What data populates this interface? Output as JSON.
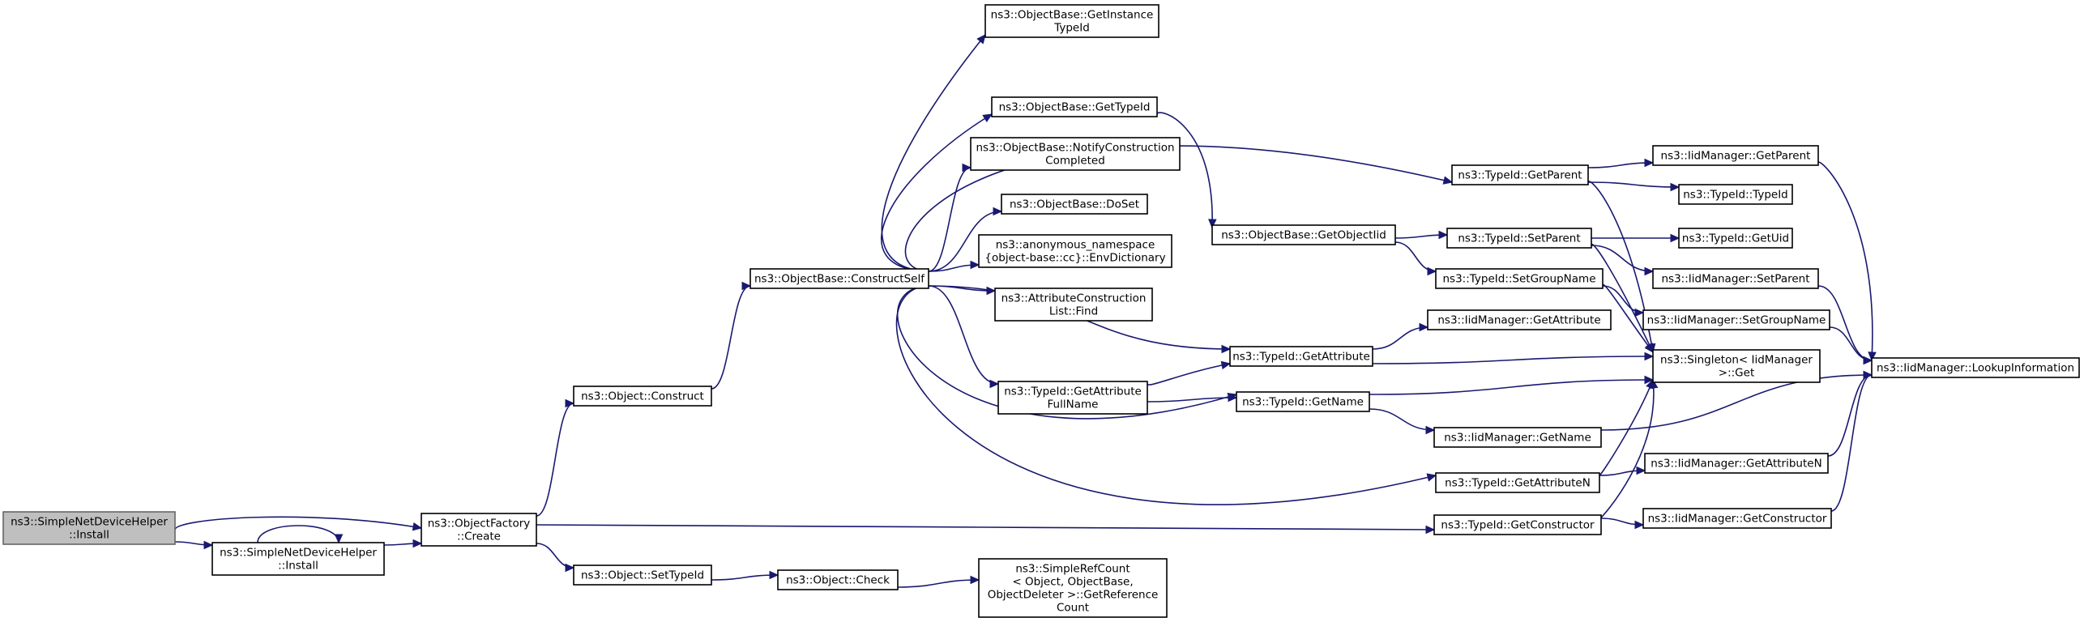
{
  "colors": {
    "edge": "#191970",
    "root_fill": "#bfbfbf",
    "node_fill": "#ffffff",
    "node_stroke": "#000000"
  },
  "nodes": [
    {
      "id": "root",
      "lines": [
        "ns3::SimpleNetDeviceHelper",
        "::Install"
      ],
      "root": true
    },
    {
      "id": "install2",
      "lines": [
        "ns3::SimpleNetDeviceHelper",
        "::Install"
      ]
    },
    {
      "id": "ofcreate",
      "lines": [
        "ns3::ObjectFactory",
        "::Create"
      ]
    },
    {
      "id": "objconstruct",
      "lines": [
        "ns3::Object::Construct"
      ]
    },
    {
      "id": "settypeid",
      "lines": [
        "ns3::Object::SetTypeId"
      ]
    },
    {
      "id": "check",
      "lines": [
        "ns3::Object::Check"
      ]
    },
    {
      "id": "refcount",
      "lines": [
        "ns3::SimpleRefCount",
        "< Object, ObjectBase,",
        "ObjectDeleter >::GetReference",
        "Count"
      ]
    },
    {
      "id": "constructself",
      "lines": [
        "ns3::ObjectBase::ConstructSelf"
      ]
    },
    {
      "id": "getinstance",
      "lines": [
        "ns3::ObjectBase::GetInstance",
        "TypeId"
      ]
    },
    {
      "id": "gettypeid",
      "lines": [
        "ns3::ObjectBase::GetTypeId"
      ]
    },
    {
      "id": "notify",
      "lines": [
        "ns3::ObjectBase::NotifyConstruction",
        "Completed"
      ]
    },
    {
      "id": "doset",
      "lines": [
        "ns3::ObjectBase::DoSet"
      ]
    },
    {
      "id": "envdict",
      "lines": [
        "ns3::anonymous_namespace",
        "{object-base::cc}::EnvDictionary"
      ]
    },
    {
      "id": "acfind",
      "lines": [
        "ns3::AttributeConstruction",
        "List::Find"
      ]
    },
    {
      "id": "getattrfull",
      "lines": [
        "ns3::TypeId::GetAttribute",
        "FullName"
      ]
    },
    {
      "id": "getobjectiid",
      "lines": [
        "ns3::ObjectBase::GetObjectIid"
      ]
    },
    {
      "id": "getattribute",
      "lines": [
        "ns3::TypeId::GetAttribute"
      ]
    },
    {
      "id": "getname",
      "lines": [
        "ns3::TypeId::GetName"
      ]
    },
    {
      "id": "getparent",
      "lines": [
        "ns3::TypeId::GetParent"
      ]
    },
    {
      "id": "setparent",
      "lines": [
        "ns3::TypeId::SetParent"
      ]
    },
    {
      "id": "setgroupname",
      "lines": [
        "ns3::TypeId::SetGroupName"
      ]
    },
    {
      "id": "iidgetattr",
      "lines": [
        "ns3::IidManager::GetAttribute"
      ]
    },
    {
      "id": "getattrn",
      "lines": [
        "ns3::TypeId::GetAttributeN"
      ]
    },
    {
      "id": "getconstructor",
      "lines": [
        "ns3::TypeId::GetConstructor"
      ]
    },
    {
      "id": "iidgetparent",
      "lines": [
        "ns3::IidManager::GetParent"
      ]
    },
    {
      "id": "typeidtypeid",
      "lines": [
        "ns3::TypeId::TypeId"
      ]
    },
    {
      "id": "getuid",
      "lines": [
        "ns3::TypeId::GetUid"
      ]
    },
    {
      "id": "iidsetparent",
      "lines": [
        "ns3::IidManager::SetParent"
      ]
    },
    {
      "id": "iidsetgroup",
      "lines": [
        "ns3::IidManager::SetGroupName"
      ]
    },
    {
      "id": "singleton",
      "lines": [
        "ns3::Singleton< IidManager",
        " >::Get"
      ]
    },
    {
      "id": "iidgetname",
      "lines": [
        "ns3::IidManager::GetName"
      ]
    },
    {
      "id": "iidgetattrn",
      "lines": [
        "ns3::IidManager::GetAttributeN"
      ]
    },
    {
      "id": "iidgetctor",
      "lines": [
        "ns3::IidManager::GetConstructor"
      ]
    },
    {
      "id": "lookup",
      "lines": [
        "ns3::IidManager::LookupInformation"
      ]
    }
  ],
  "edges": [
    [
      "root",
      "ofcreate"
    ],
    [
      "root",
      "install2"
    ],
    [
      "install2",
      "install2"
    ],
    [
      "install2",
      "ofcreate"
    ],
    [
      "ofcreate",
      "objconstruct"
    ],
    [
      "ofcreate",
      "settypeid"
    ],
    [
      "ofcreate",
      "getconstructor"
    ],
    [
      "settypeid",
      "check"
    ],
    [
      "check",
      "refcount"
    ],
    [
      "objconstruct",
      "constructself"
    ],
    [
      "constructself",
      "getinstance"
    ],
    [
      "constructself",
      "getparent"
    ],
    [
      "constructself",
      "gettypeid"
    ],
    [
      "constructself",
      "notify"
    ],
    [
      "constructself",
      "doset"
    ],
    [
      "constructself",
      "envdict"
    ],
    [
      "constructself",
      "acfind"
    ],
    [
      "constructself",
      "getattribute"
    ],
    [
      "constructself",
      "getattrfull"
    ],
    [
      "constructself",
      "getname"
    ],
    [
      "constructself",
      "getattrn"
    ],
    [
      "gettypeid",
      "getobjectiid"
    ],
    [
      "getobjectiid",
      "setparent"
    ],
    [
      "getobjectiid",
      "setgroupname"
    ],
    [
      "getattrfull",
      "getattribute"
    ],
    [
      "getattrfull",
      "getname"
    ],
    [
      "getattribute",
      "iidgetattr"
    ],
    [
      "getattribute",
      "singleton"
    ],
    [
      "getname",
      "singleton"
    ],
    [
      "getname",
      "iidgetname"
    ],
    [
      "getparent",
      "iidgetparent"
    ],
    [
      "getparent",
      "typeidtypeid"
    ],
    [
      "getparent",
      "singleton"
    ],
    [
      "setparent",
      "getuid"
    ],
    [
      "setparent",
      "iidsetparent"
    ],
    [
      "setparent",
      "singleton"
    ],
    [
      "setgroupname",
      "iidsetgroup"
    ],
    [
      "setgroupname",
      "singleton"
    ],
    [
      "getattrn",
      "singleton"
    ],
    [
      "getattrn",
      "iidgetattrn"
    ],
    [
      "getconstructor",
      "singleton"
    ],
    [
      "getconstructor",
      "iidgetctor"
    ],
    [
      "iidgetparent",
      "lookup"
    ],
    [
      "iidsetparent",
      "lookup"
    ],
    [
      "iidsetgroup",
      "lookup"
    ],
    [
      "iidgetname",
      "lookup"
    ],
    [
      "iidgetattrn",
      "lookup"
    ],
    [
      "iidgetctor",
      "lookup"
    ]
  ]
}
